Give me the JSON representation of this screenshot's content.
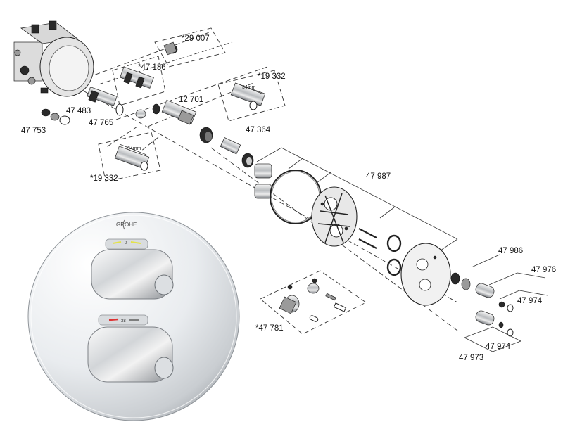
{
  "brand": {
    "logo_text": "GROHE"
  },
  "handles": {
    "upper_mark": "0",
    "lower_mark": "38"
  },
  "parts": {
    "p29007": "*29 007",
    "p47186": "*47 186",
    "p19332_top": "*19 332",
    "p12701": "12 701",
    "p47483": "47 483",
    "p47765": "47 765",
    "p47753": "47 753",
    "p47364": "47 364",
    "p47987": "47 987",
    "p19332_left": "*19 332",
    "p47986": "47 986",
    "p47976": "47 976",
    "p47974_a": "47 974",
    "p47974_b": "47 974",
    "p47973": "47 973",
    "p47781": "*47 781"
  },
  "dimensions": {
    "cartridge_top": "34mm",
    "cartridge_left": "34mm"
  }
}
